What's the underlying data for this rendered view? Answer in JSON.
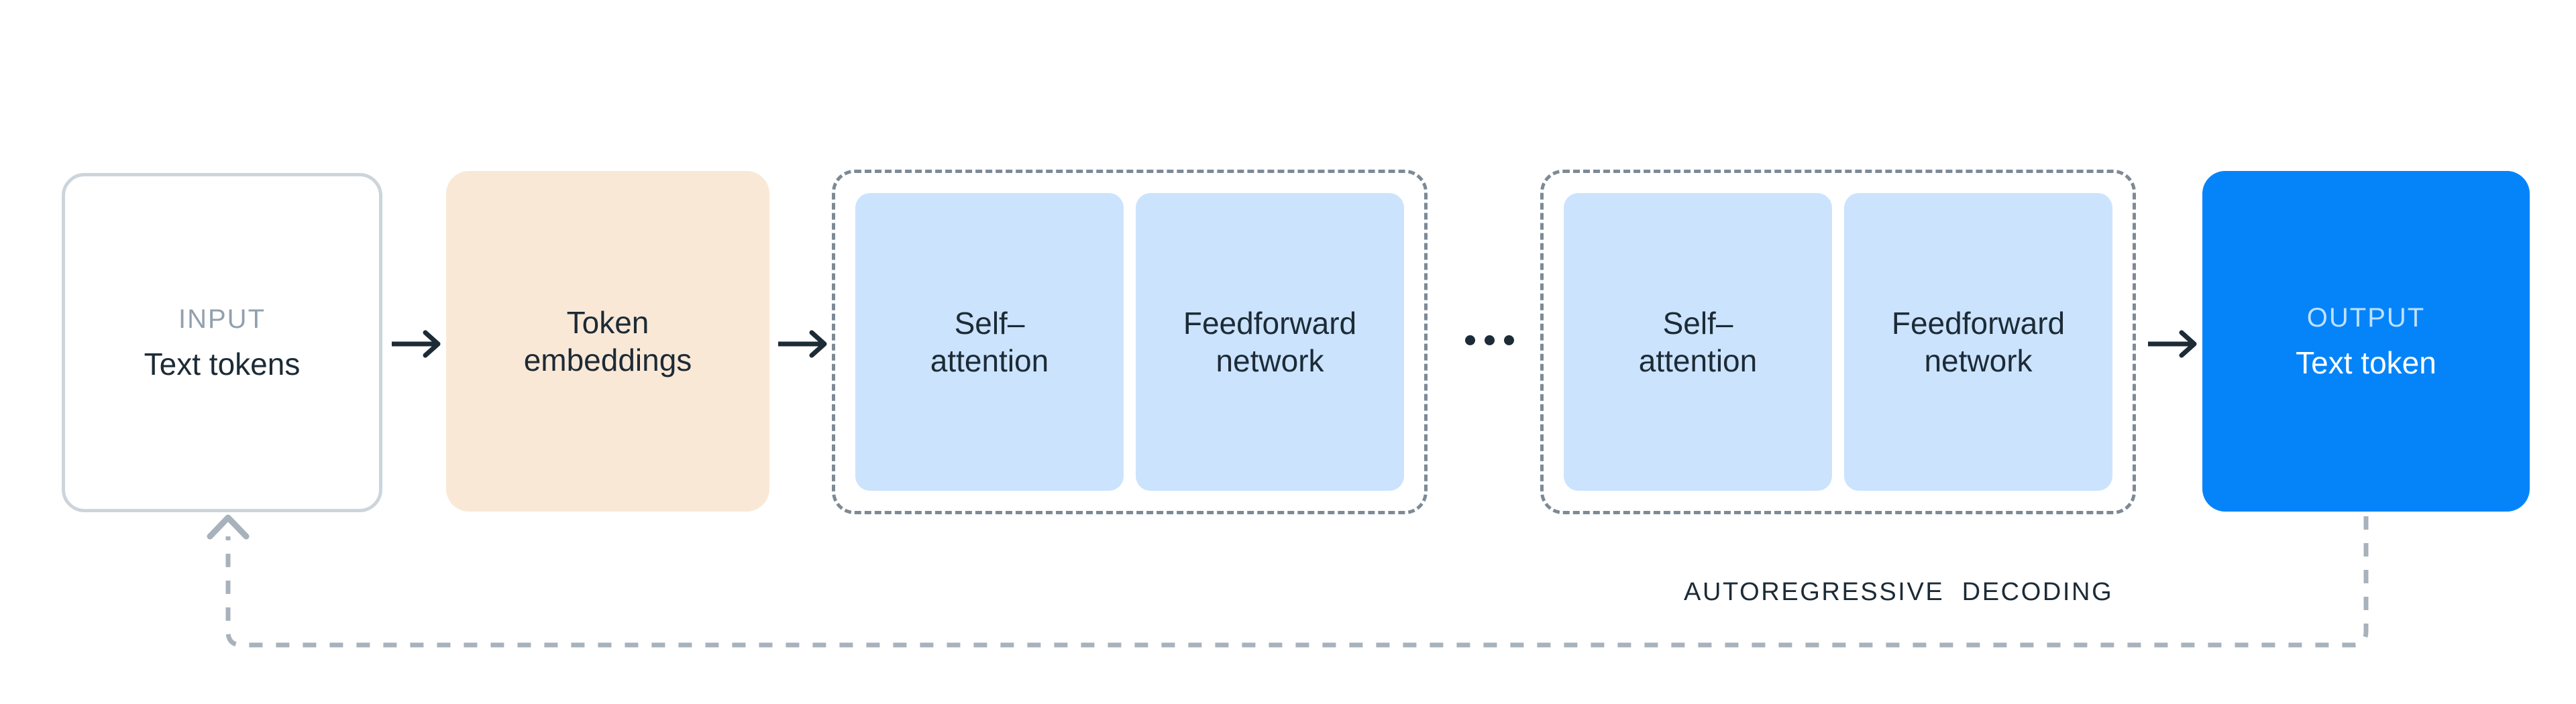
{
  "diagram": {
    "title": "Transformer autoregressive decoding pipeline",
    "colors": {
      "input_border": "#ccd4dc",
      "embedding_fill": "#fae8d6",
      "sublayer_fill": "#cbe3fd",
      "block_border": "#7d8a96",
      "output_fill": "#0584fa",
      "arrow": "#1c2b36",
      "feedback_line": "#a8b2bc",
      "text_dark": "#1c2b36",
      "kicker_gray": "#92a0ae",
      "kicker_on_blue": "#bfe0ff"
    }
  },
  "input": {
    "kicker": "INPUT",
    "label": "Text tokens"
  },
  "embeddings": {
    "label": "Token\nembeddings"
  },
  "blocks": [
    {
      "name": "transformer-block-first",
      "sublayers": [
        {
          "label": "Self–\nattention"
        },
        {
          "label": "Feedforward\nnetwork"
        }
      ]
    },
    {
      "name": "transformer-block-last",
      "sublayers": [
        {
          "label": "Self–\nattention"
        },
        {
          "label": "Feedforward\nnetwork"
        }
      ]
    }
  ],
  "ellipsis": {
    "label": "...",
    "dot_count": 3
  },
  "output": {
    "kicker": "OUTPUT",
    "label": "Text token"
  },
  "feedback": {
    "caption": "AUTOREGRESSIVE  DECODING"
  },
  "arrows": [
    {
      "name": "arrow-input-to-embeddings",
      "glyph": "→"
    },
    {
      "name": "arrow-embeddings-to-block",
      "glyph": "→"
    },
    {
      "name": "arrow-block-to-output",
      "glyph": "→"
    }
  ]
}
